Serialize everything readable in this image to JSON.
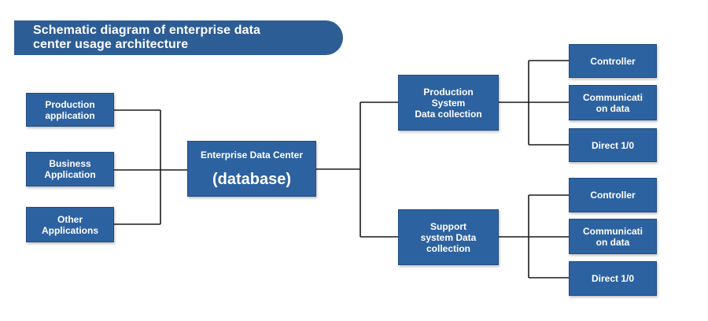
{
  "diagram": {
    "title_line1": "Schematic diagram of enterprise data",
    "title_line2": "center usage architecture",
    "sources": [
      {
        "line1": "Production",
        "line2": "application"
      },
      {
        "line1": "Business",
        "line2": "Application"
      },
      {
        "line1": "Other",
        "line2": "Applications"
      }
    ],
    "center": {
      "line1": "Enterprise Data Center",
      "line2": "(database)"
    },
    "collectors": [
      {
        "line1": "Production",
        "line2": "System",
        "line3": "Data collection"
      },
      {
        "line1": "Support",
        "line2": "system Data",
        "line3": "collection"
      }
    ],
    "production_leaves": [
      {
        "line1": "Controller",
        "line2": ""
      },
      {
        "line1": "Communicati",
        "line2": "on data"
      },
      {
        "line1": "Direct 1/0",
        "line2": ""
      }
    ],
    "support_leaves": [
      {
        "line1": "Controller",
        "line2": ""
      },
      {
        "line1": "Communicati",
        "line2": "on data"
      },
      {
        "line1": "Direct 1/0",
        "line2": ""
      }
    ],
    "colors": {
      "box_fill": "#2d62a0",
      "banner_fill": "#2d5d95",
      "connector": "#1a1a1a",
      "text": "#ffffff"
    }
  }
}
